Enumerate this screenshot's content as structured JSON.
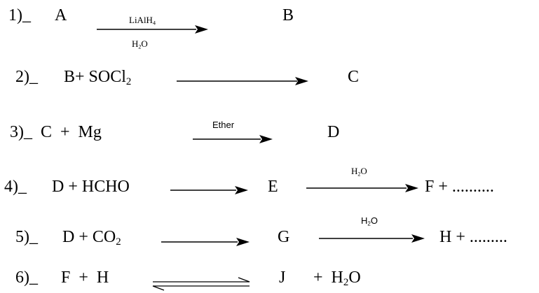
{
  "reactions": [
    {
      "number": "1)_",
      "reactant": "A",
      "above_reagent": {
        "main": "LiAlH",
        "sub": "4"
      },
      "below_reagent": {
        "main": "H",
        "sub": "2",
        "after": "O"
      },
      "product": "B"
    },
    {
      "number": "2)_",
      "reactants": {
        "main": "B+ SOCl",
        "sub": "2"
      },
      "product": "C"
    },
    {
      "number": "3)_",
      "reactants": "C  +  Mg",
      "above_reagent": "Ether",
      "product": "D"
    },
    {
      "number": "4)_",
      "reactants": "D + HCHO",
      "intermediate": "E",
      "above_reagent": {
        "main": "H",
        "sub": "2",
        "after": "O"
      },
      "product": "F + .........."
    },
    {
      "number": "5)_",
      "reactants": {
        "main": "D + CO",
        "sub": "2"
      },
      "intermediate": "G",
      "above_reagent": {
        "main": "H",
        "sub": "2",
        "after": "O"
      },
      "product": "H + ........."
    },
    {
      "number": "6)_",
      "reactants": "F  +  H",
      "arrow": "equilibrium",
      "product": "J",
      "byproduct": {
        "main": "+  H",
        "sub": "2",
        "after": "O"
      }
    }
  ]
}
